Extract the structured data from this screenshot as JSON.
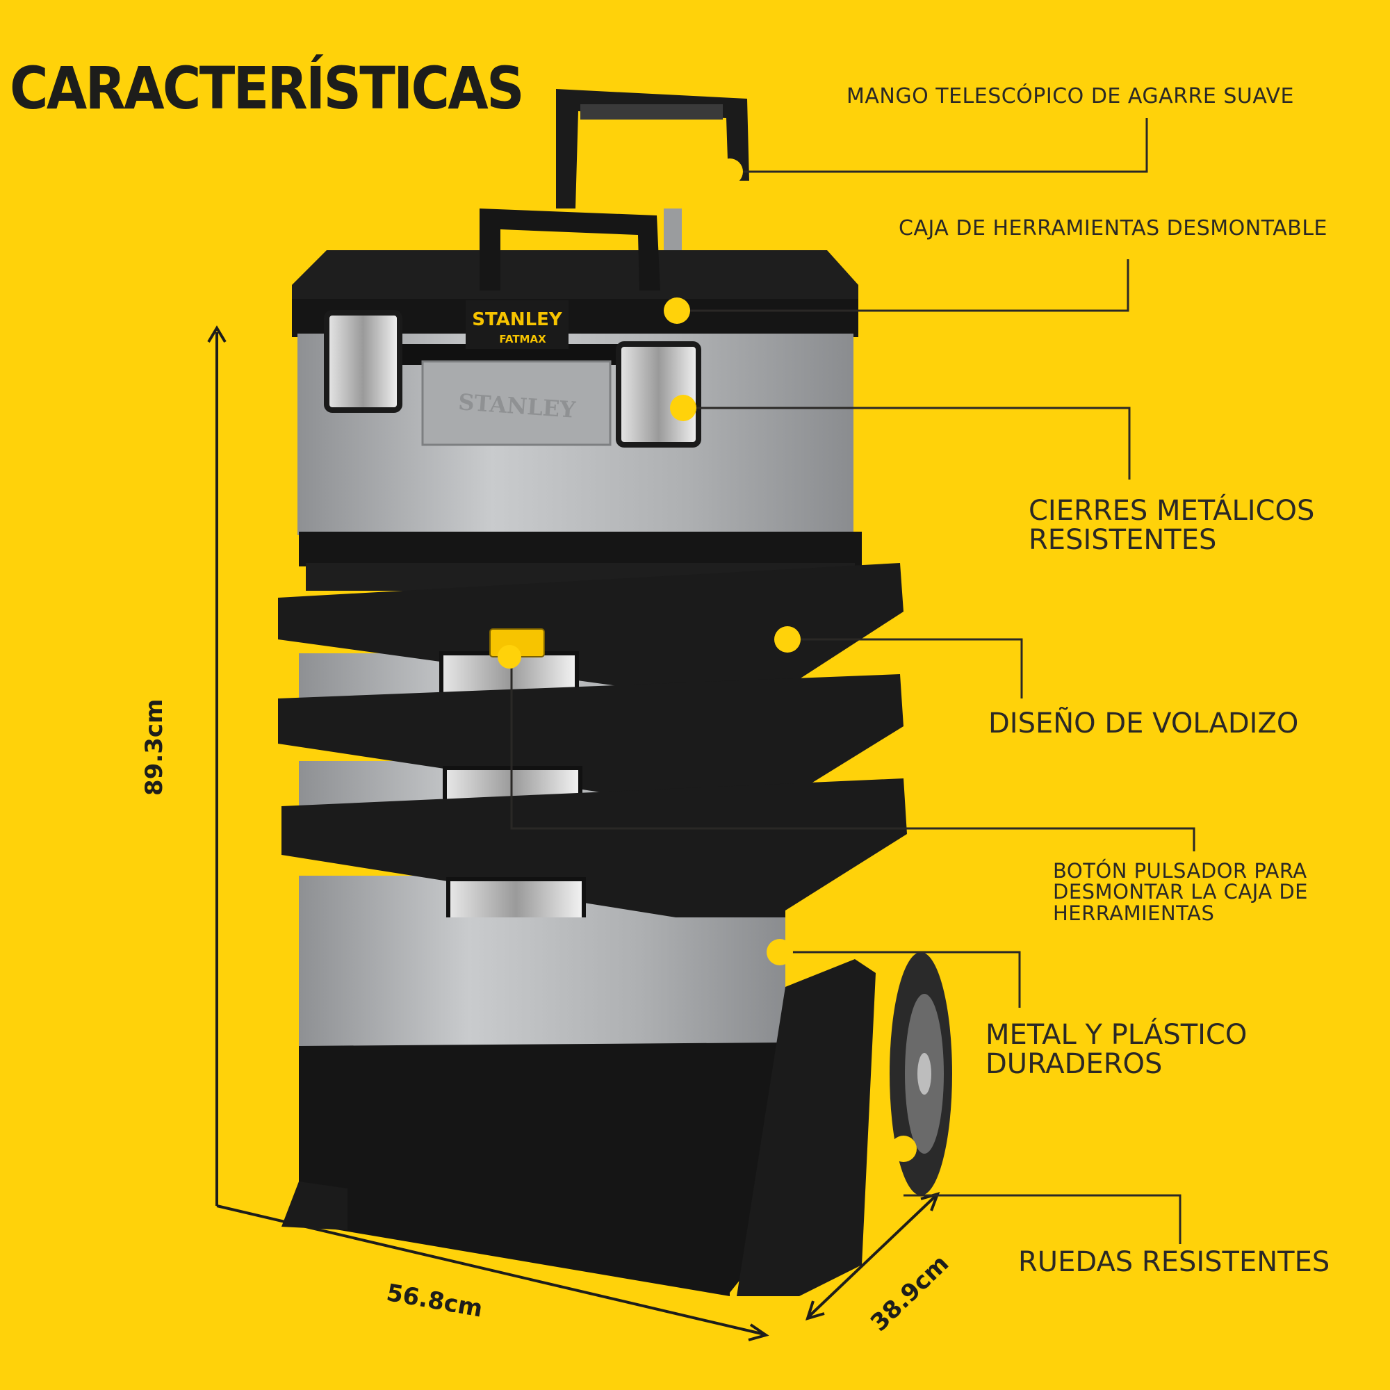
{
  "title": "CARACTERÍSTICAS",
  "features": [
    {
      "lines": [
        "MANGO TELESCÓPICO DE AGARRE SUAVE"
      ]
    },
    {
      "lines": [
        "CAJA DE HERRAMIENTAS DESMONTABLE"
      ]
    },
    {
      "lines": [
        "CIERRES METÁLICOS",
        "RESISTENTES"
      ]
    },
    {
      "lines": [
        "DISEÑO DE VOLADIZO"
      ]
    },
    {
      "lines": [
        "BOTÓN PULSADOR PARA",
        "DESMONTAR LA CAJA DE",
        "HERRAMIENTAS"
      ]
    },
    {
      "lines": [
        "METAL Y PLÁSTICO",
        "DURADEROS"
      ]
    },
    {
      "lines": [
        "RUEDAS RESISTENTES"
      ]
    }
  ],
  "dimensions": {
    "height": "89.3cm",
    "width": "56.8cm",
    "depth": "38.9cm"
  },
  "logo": {
    "brand": "STANLEY",
    "line": "FATMAX",
    "embossed": "STANLEY"
  },
  "colors": {
    "background": "#FFD20A",
    "dot": "#FFD20A",
    "steel": "#b9bbbd",
    "plastic": "#1b1b1b",
    "text": "#2a2826"
  }
}
